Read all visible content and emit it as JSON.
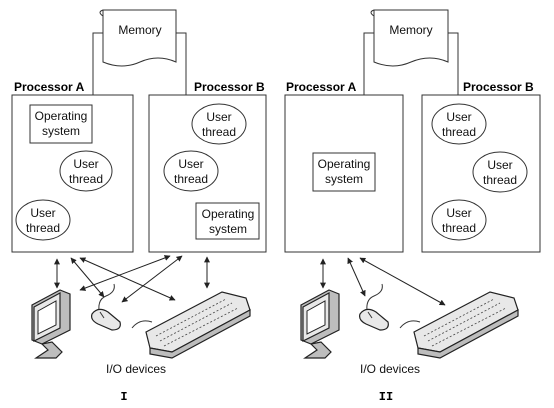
{
  "diagram_I": {
    "memory_label": "Memory",
    "processor_a_label": "Processor A",
    "processor_b_label": "Processor B",
    "os_a_line1": "Operating",
    "os_a_line2": "system",
    "os_b_line1": "Operating",
    "os_b_line2": "system",
    "thread_line1": "User",
    "thread_line2": "thread",
    "io_label": "I/O devices",
    "caption": "I"
  },
  "diagram_II": {
    "memory_label": "Memory",
    "processor_a_label": "Processor A",
    "processor_b_label": "Processor B",
    "os_line1": "Operating",
    "os_line2": "system",
    "thread_line1": "User",
    "thread_line2": "thread",
    "io_label": "I/O devices",
    "caption": "II"
  },
  "icons": [
    "monitor-icon",
    "mouse-icon",
    "keyboard-icon"
  ]
}
